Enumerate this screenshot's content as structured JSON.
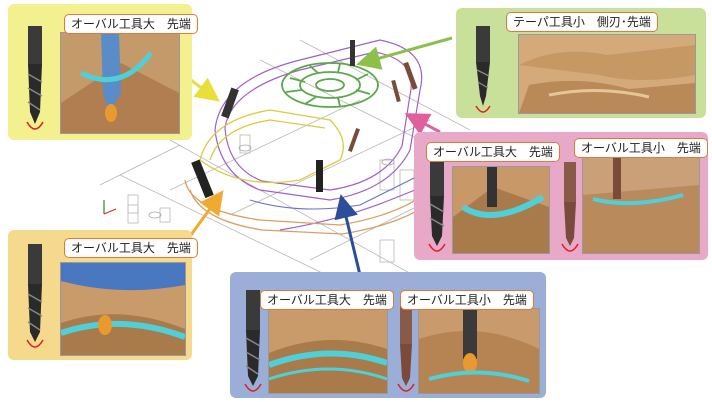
{
  "callouts": {
    "top_left": {
      "label": "オーバル工具大　先端",
      "bg": "#f3f08f"
    },
    "top_right": {
      "label": "テーパ工具小　側刃･先端",
      "bg": "#c8e09a"
    },
    "mid_right": {
      "labels": [
        "オーバル工具大　先端",
        "オーバル工具小　先端"
      ],
      "bg": "#e8a8c8"
    },
    "bottom_left": {
      "label": "オーバル工具大　先端",
      "bg": "#f5d98c"
    },
    "bottom_center": {
      "labels": [
        "オーバル工具大　先端",
        "オーバル工具小　先端"
      ],
      "bg": "#9aaed8"
    }
  },
  "arrows": {
    "yellow": "#e9df3a",
    "green": "#8cc04a",
    "pink": "#e0609e",
    "orange": "#f0aa30",
    "blue": "#2c4e9a"
  }
}
